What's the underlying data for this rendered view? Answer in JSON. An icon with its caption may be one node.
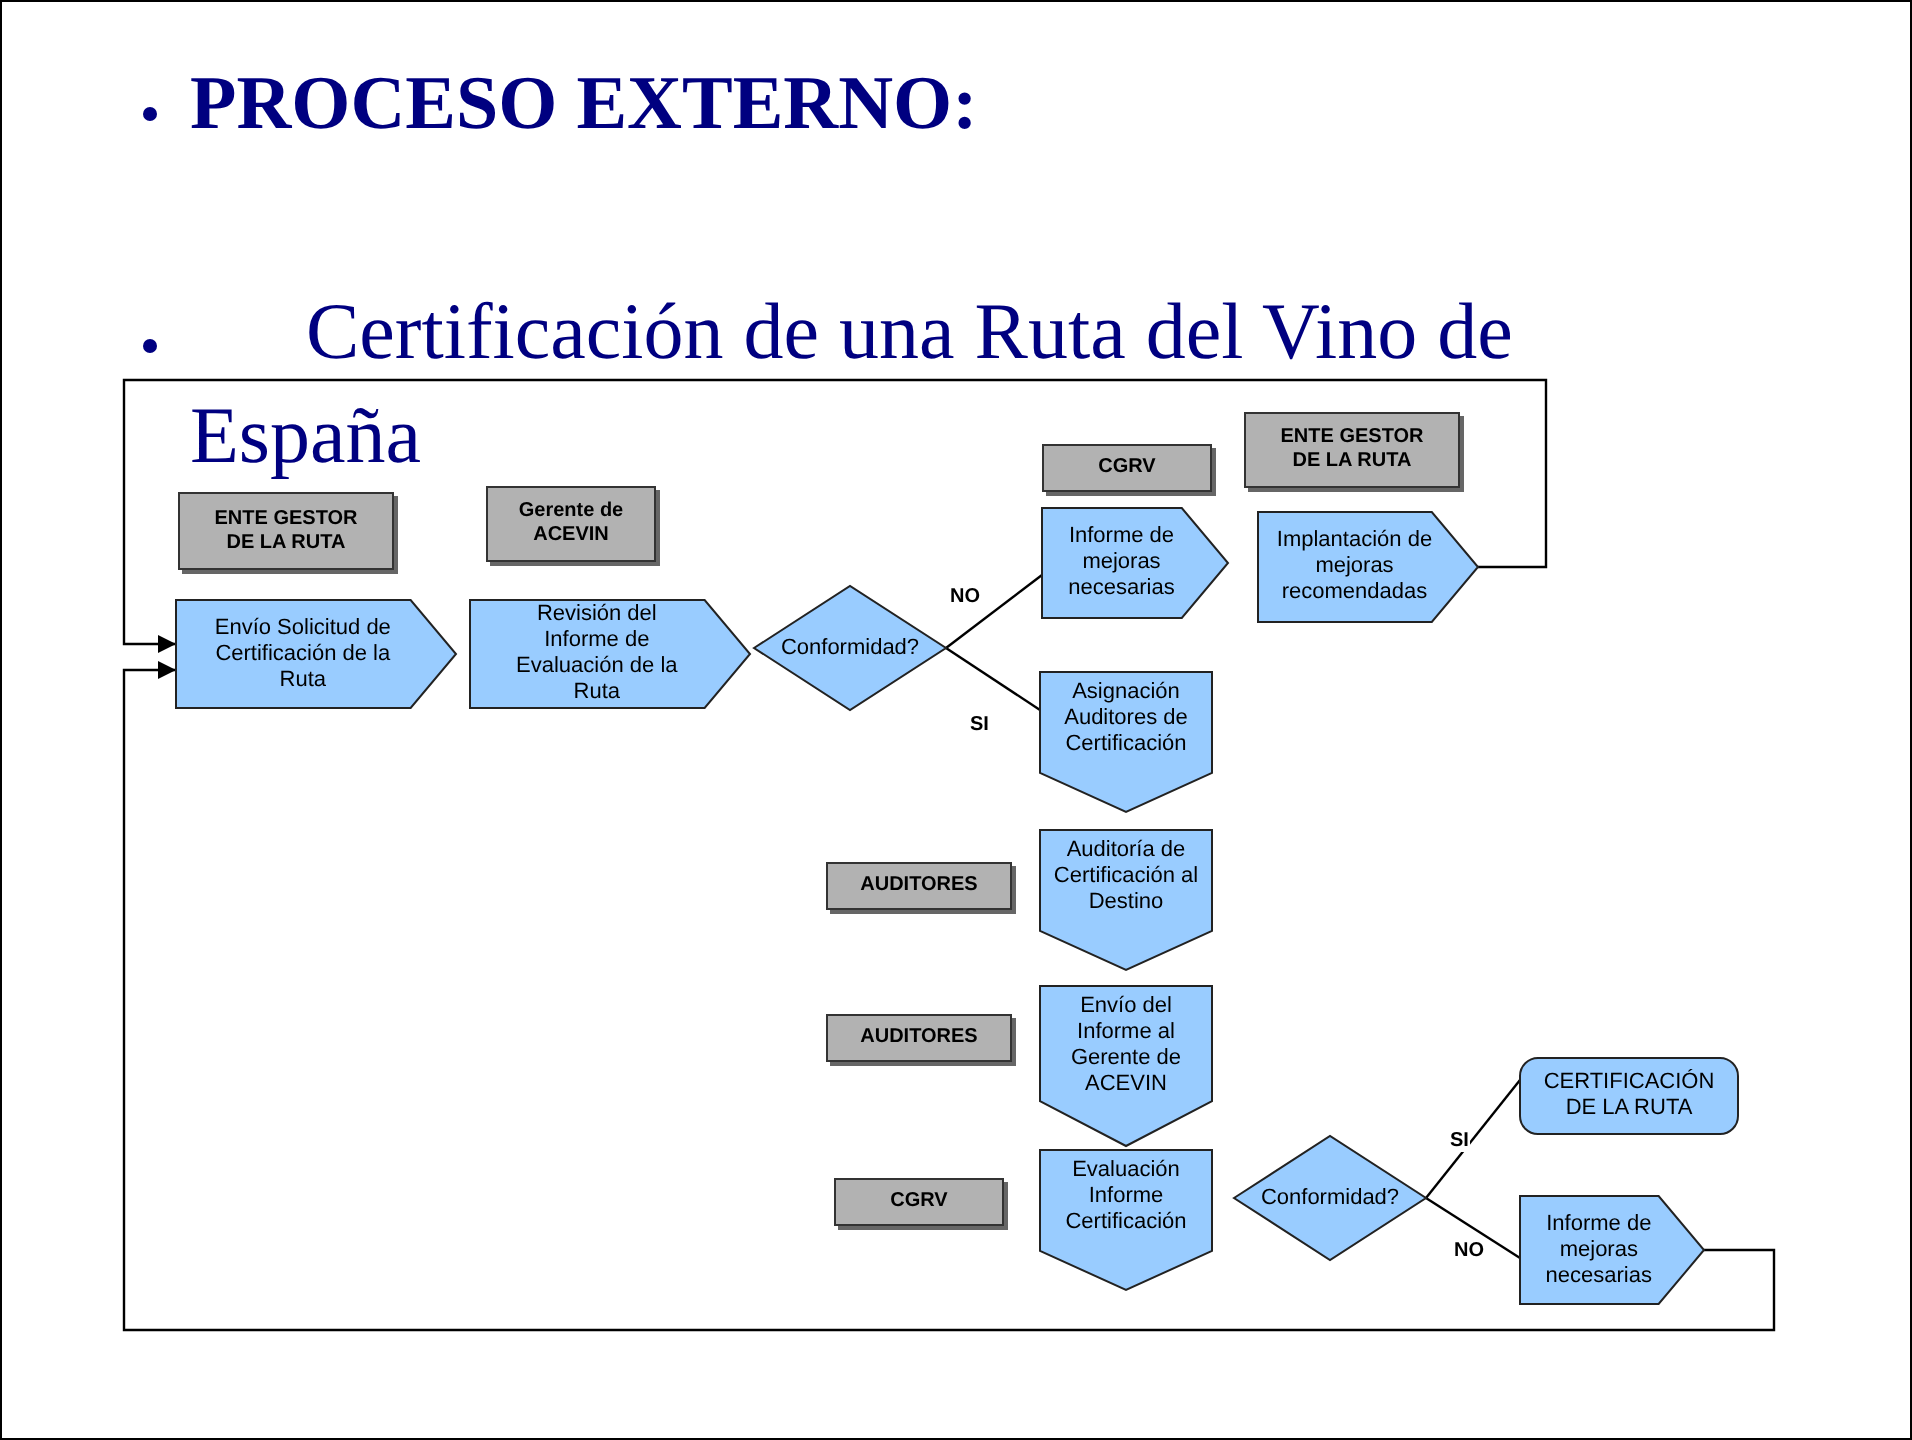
{
  "diagram": {
    "title": "PROCESO EXTERNO:",
    "nodes": [
      {
        "text": [
          "Envío Solicitud de Certificación de la Ruta"
        ]
      },
      {
        "text": [
          "Revisión del Informe de Evaluación de la Ruta"
        ]
      },
      {
        "text": [
          "Conformidad?"
        ]
      },
      {
        "text": [
          "Informe de mejoras necesarias"
        ]
      },
      {
        "text": [
          "Implantación de mejoras recomendadas"
        ]
      },
      {
        "text": [
          "Asignación Auditores de Certificación"
        ]
      },
      {
        "text": [
          "Auditoría de Certificación al Destino"
        ]
      },
      {
        "text": [
          "Envío del Informe al Gerente de ACEVIN"
        ]
      },
      {
        "text": [
          "Evaluación Informe Certificación"
        ]
      },
      {
        "text": [
          "Conformidad?"
        ]
      },
      {
        "text": [
          "CERTIFICACIÓN DE LA RUTA"
        ]
      },
      {
        "text": [
          "Informe de mejoras necesarias"
        ]
      },
      {
        "text": [
          "ENTE GESTOR DE LA RUTA"
        ]
      },
      {
        "text": [
          "Gerente de ACEVIN"
        ]
      },
      {
        "text": [
          "CGRV"
        ]
      },
      {
        "text": [
          "ENTE GESTOR DE LA RUTA"
        ]
      },
      {
        "text": [
          "AUDITORES"
        ]
      },
      {
        "text": [
          "AUDITORES"
        ]
      },
      {
        "text": [
          "CGRV"
        ]
      }
    ],
    "edges": [
      {
        "from": 2,
        "to": 3,
        "arrow": "none",
        "label": "NO"
      },
      {
        "from": 2,
        "to": 5,
        "arrow": "none",
        "label": "SI"
      },
      {
        "from": 4,
        "to": 0,
        "arrow": "to"
      },
      {
        "from": 9,
        "to": 10,
        "arrow": "none",
        "label": "SI"
      },
      {
        "from": 9,
        "to": 11,
        "arrow": "none",
        "label": "NO"
      },
      {
        "from": 11,
        "to": 0,
        "arrow": "to"
      }
    ],
    "labels": [
      "Certificación de una Ruta del Vino de España"
    ]
  }
}
